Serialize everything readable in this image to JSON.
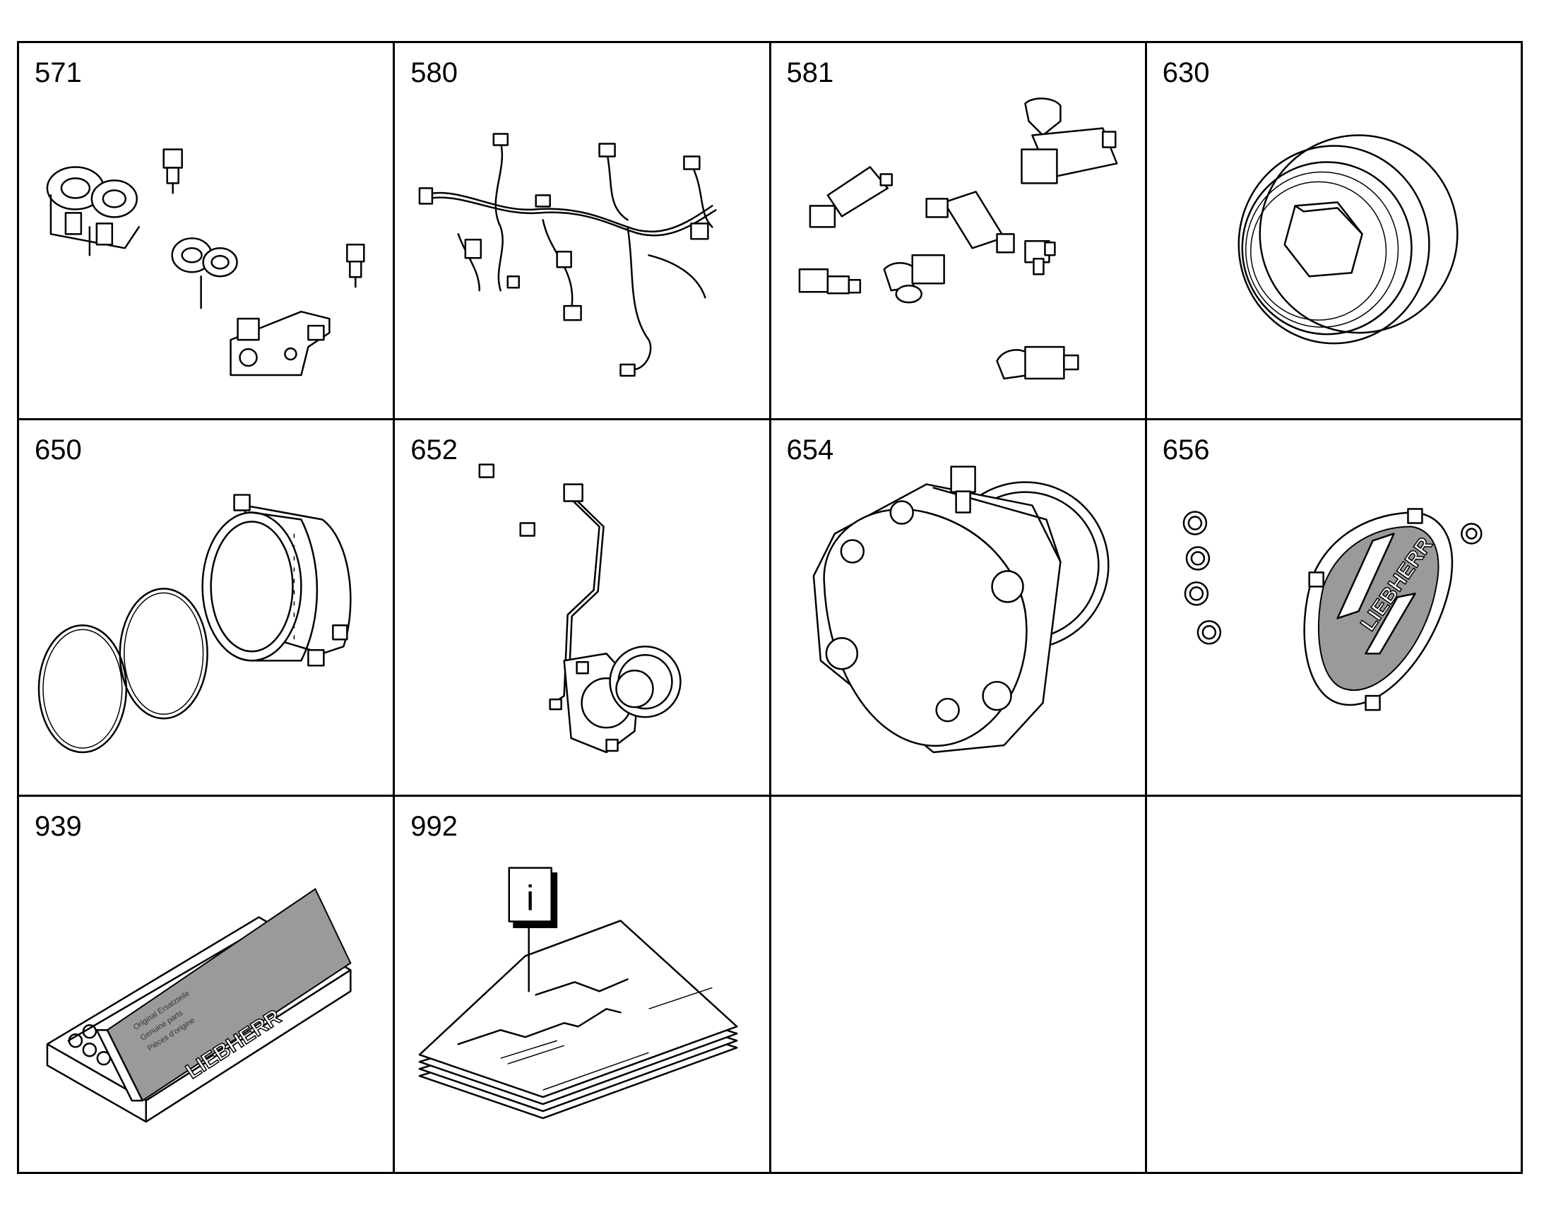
{
  "cells": [
    {
      "number": "571",
      "icon": "bracket-bolts-icon"
    },
    {
      "number": "580",
      "icon": "wiring-harness-icon"
    },
    {
      "number": "581",
      "icon": "sensors-icon"
    },
    {
      "number": "630",
      "icon": "plug-screw-icon"
    },
    {
      "number": "650",
      "icon": "flange-o-rings-icon"
    },
    {
      "number": "652",
      "icon": "pump-pipe-icon"
    },
    {
      "number": "654",
      "icon": "gear-pump-icon"
    },
    {
      "number": "656",
      "icon": "cover-plate-icon"
    },
    {
      "number": "939",
      "icon": "spare-parts-kit-icon"
    },
    {
      "number": "992",
      "icon": "documentation-icon"
    },
    {
      "number": "",
      "icon": ""
    },
    {
      "number": "",
      "icon": ""
    }
  ],
  "brand": "LIEBHERR",
  "kit_box_text": [
    "Original Ersatzteile",
    "Genuine parts",
    "Pièces d'origine"
  ],
  "info_symbol": "i"
}
